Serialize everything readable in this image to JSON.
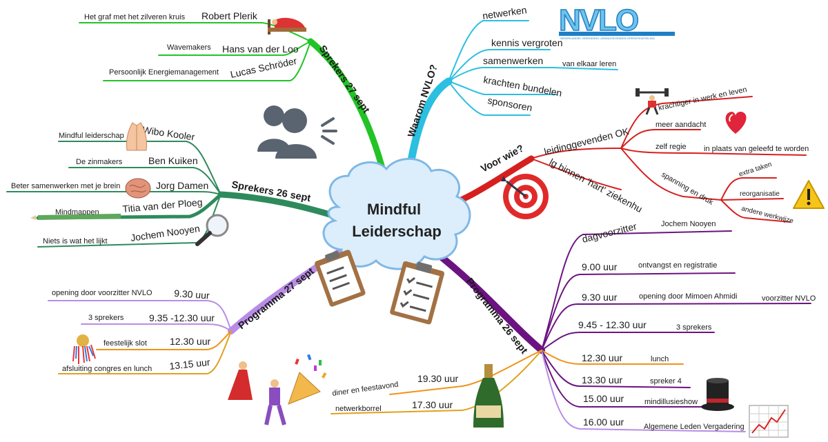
{
  "title": {
    "line1": "Mindful",
    "line2": "Leiderschap"
  },
  "logo": {
    "text": "NVLO",
    "subtitle": "NEDERLANDSE VERENIGING LEIDINGGEVENDEN OPERATIEAFDELING",
    "colors": {
      "blue": "#1f7fc6",
      "light": "#6ec3ea"
    }
  },
  "colors": {
    "waarom": "#2bbfe0",
    "voor_wie": "#d61f1f",
    "programma26": "#6b1380",
    "programma27": "#b98ce6",
    "sprekers27": "#22c326",
    "sprekers26": "#2e8a5c",
    "orange": "#f0921a",
    "gold": "#e0a020",
    "cloud": "#dceefb"
  },
  "branches": {
    "waarom": {
      "label": "Waarom NVLO?",
      "items": [
        "netwerken",
        "kennis vergroten",
        "samenwerken",
        "krachten bundelen",
        "sponsoren"
      ],
      "sub": "van elkaar leren"
    },
    "voor_wie": {
      "label": "Voor wie?",
      "leidinggevenden": "leidinggevenden OK",
      "sub": [
        "krachtiger in werk en leven",
        "meer aandacht",
        "zelf regie",
        "spanning en druk"
      ],
      "zelf_regie_sub": "in plaats van geleefd te worden",
      "spanning_sub": [
        "extra taken",
        "reorganisatie",
        "andere werkwijze"
      ],
      "lg": "lg binnen 'hart' ziekenhu"
    },
    "sprekers27": {
      "label": "Sprekers 27 sept",
      "speakers": [
        {
          "name": "Robert Plerik",
          "talk": "Het graf met het zilveren kruis"
        },
        {
          "name": "Hans van der Loo",
          "talk": "Wavemakers"
        },
        {
          "name": "Lucas Schröder",
          "talk": "Persoonlijk Energiemanagement"
        }
      ]
    },
    "sprekers26": {
      "label": "Sprekers 26 sept",
      "speakers": [
        {
          "name": "Wibo Kooler",
          "talk": "Mindful leiderschap"
        },
        {
          "name": "Ben Kuiken",
          "talk": "De zinmakers"
        },
        {
          "name": "Jorg Damen",
          "talk": "Beter samenwerken met je brein"
        },
        {
          "name": "Titia van der Ploeg",
          "talk": "Mindmappen"
        },
        {
          "name": "Jochem Nooyen",
          "talk": "Niets is wat het lijkt"
        }
      ]
    },
    "programma27": {
      "label": "Programma 27 sept",
      "items": [
        {
          "time": "9.30 uur",
          "desc": "opening door voorzitter NVLO"
        },
        {
          "time": "9.35 -12.30 uur",
          "desc": "3 sprekers"
        },
        {
          "time": "12.30 uur",
          "desc": "feestelijk slot"
        },
        {
          "time": "13.15 uur",
          "desc": "afsluiting congres en lunch"
        }
      ]
    },
    "programma26": {
      "label": "Programma 26 sept",
      "items": [
        {
          "time": "dagvoorzitter",
          "desc": "Jochem Nooyen"
        },
        {
          "time": "9.00 uur",
          "desc": "ontvangst en registratie"
        },
        {
          "time": "9.30 uur",
          "desc": "opening door Mimoen Ahmidi",
          "extra": "voorzitter NVLO"
        },
        {
          "time": "9.45 - 12.30 uur",
          "desc": "3 sprekers"
        },
        {
          "time": "12.30 uur",
          "desc": "lunch"
        },
        {
          "time": "13.30 uur",
          "desc": "spreker 4"
        },
        {
          "time": "15.00 uur",
          "desc": "mindillusieshow"
        },
        {
          "time": "16.00 uur",
          "desc": "Algemene Leden Vergadering"
        }
      ],
      "evening": [
        {
          "time": "19.30 uur",
          "desc": "diner en feestavond"
        },
        {
          "time": "17.30 uur",
          "desc": "netwerkborrel"
        }
      ]
    }
  },
  "icons": [
    "bed-icon",
    "people-talking-icon",
    "praying-hands-icon",
    "brain-icon",
    "magnifier-icon",
    "clipboard-icon",
    "target-icon",
    "weightlifter-icon",
    "heart-icon",
    "warning-icon",
    "dancers-icon",
    "party-popper-icon",
    "champagne-icon",
    "top-hat-icon",
    "chart-icon",
    "confetti-icon",
    "pencil-icon"
  ]
}
